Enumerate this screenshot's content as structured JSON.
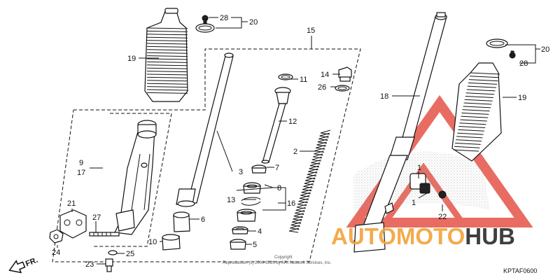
{
  "callouts": {
    "c28a": "28",
    "c20a": "20",
    "c15": "15",
    "c19a": "19",
    "c11": "11",
    "c14": "14",
    "c26": "26",
    "c18": "18",
    "c19b": "19",
    "c20b": "20",
    "c28b": "28",
    "c12": "12",
    "c9": "9",
    "c17": "17",
    "c3": "3",
    "c2": "2",
    "c7": "7",
    "c8": "8",
    "c1a": "1",
    "c1b": "1",
    "c13": "13",
    "c16": "16",
    "c21": "21",
    "c27": "27",
    "c6": "6",
    "c22": "22",
    "c4": "4",
    "c24": "24",
    "c10": "10",
    "c25": "25",
    "c5": "5",
    "c23": "23"
  },
  "direction_label": "FR.",
  "diagram_code": "KPTAF0600",
  "copyright": {
    "line1": "Copyright",
    "line2": "Reproduction (c) 2004-2020 by ARI Network Services, Inc."
  },
  "watermark": {
    "part1": "AUTO",
    "part2": "MOTO",
    "part3": "HUB",
    "colors": {
      "orange": "#f2a23a",
      "dark": "#2b2b2b",
      "red": "#e23b2e"
    }
  }
}
